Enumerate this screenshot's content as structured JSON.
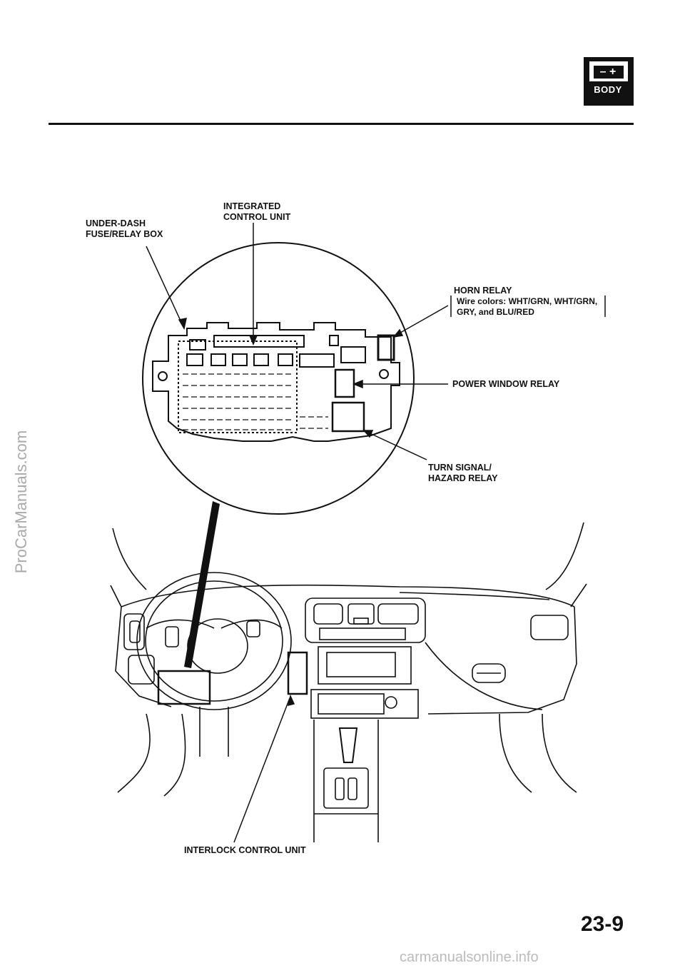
{
  "header": {
    "badge_symbol": "– +",
    "badge_label": "BODY"
  },
  "labels": {
    "under_dash_line1": "UNDER-DASH",
    "under_dash_line2": "FUSE/RELAY BOX",
    "integrated_line1": "INTEGRATED",
    "integrated_line2": "CONTROL UNIT",
    "horn_relay": "HORN RELAY",
    "wire_colors_line1": "Wire colors: WHT/GRN, WHT/GRN,",
    "wire_colors_line2": "GRY, and BLU/RED",
    "power_window_relay": "POWER WINDOW RELAY",
    "turn_signal_line1": "TURN SIGNAL/",
    "turn_signal_line2": "HAZARD RELAY",
    "interlock": "INTERLOCK CONTROL UNIT"
  },
  "footer": {
    "page_number": "23-9"
  },
  "watermarks": {
    "left": "ProCarManuals.com",
    "bottom": "carmanualsonline.info"
  }
}
